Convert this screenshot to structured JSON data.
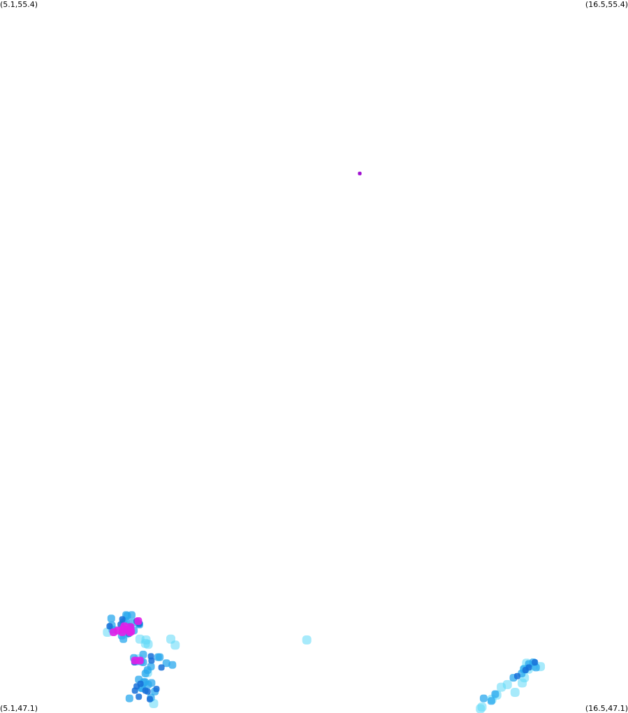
{
  "corner_labels": {
    "top_left": "(5.1,55.4)",
    "top_right": "(16.5,55.4)",
    "bottom_left": "(5.1,47.1)",
    "bottom_right": "(16.5,47.1)"
  },
  "chart_data": {
    "type": "scatter",
    "title": "",
    "xlabel": "",
    "ylabel": "",
    "xlim": [
      5.1,
      16.5
    ],
    "ylim": [
      47.1,
      55.4
    ],
    "grid": false,
    "legend": "none",
    "colors": {
      "light": "#5fd8f8",
      "medium": "#2aa8ee",
      "dark": "#1870d8",
      "magenta": "#e020e8",
      "purple": "#a010d0"
    },
    "series": [
      {
        "color_key": "purple",
        "points": [
          {
            "x": 11.63,
            "y": 53.38
          }
        ]
      },
      {
        "color_key": "light",
        "points": [
          {
            "x": 7.05,
            "y": 48.04
          },
          {
            "x": 7.18,
            "y": 48.06
          },
          {
            "x": 7.38,
            "y": 48.02
          },
          {
            "x": 7.62,
            "y": 47.73
          },
          {
            "x": 7.75,
            "y": 47.95
          },
          {
            "x": 7.64,
            "y": 47.96
          },
          {
            "x": 8.2,
            "y": 47.96
          },
          {
            "x": 7.78,
            "y": 47.57
          },
          {
            "x": 7.74,
            "y": 47.91
          },
          {
            "x": 7.89,
            "y": 47.21
          },
          {
            "x": 8.28,
            "y": 47.89
          },
          {
            "x": 7.79,
            "y": 47.9
          },
          {
            "x": 10.67,
            "y": 47.95
          },
          {
            "x": 14.12,
            "y": 47.31
          },
          {
            "x": 13.82,
            "y": 47.15
          },
          {
            "x": 14.62,
            "y": 47.51
          },
          {
            "x": 14.91,
            "y": 47.64
          },
          {
            "x": 13.85,
            "y": 47.17
          },
          {
            "x": 14.31,
            "y": 47.43
          },
          {
            "x": 14.2,
            "y": 47.4
          },
          {
            "x": 14.45,
            "y": 47.34
          },
          {
            "x": 14.78,
            "y": 47.65
          },
          {
            "x": 14.66,
            "y": 47.68
          },
          {
            "x": 14.03,
            "y": 47.26
          },
          {
            "x": 14.69,
            "y": 47.61
          },
          {
            "x": 14.58,
            "y": 47.45
          },
          {
            "x": 14.62,
            "y": 47.61
          }
        ]
      },
      {
        "color_key": "medium",
        "points": [
          {
            "x": 7.31,
            "y": 48.0
          },
          {
            "x": 7.13,
            "y": 48.12
          },
          {
            "x": 7.66,
            "y": 47.7
          },
          {
            "x": 7.35,
            "y": 48.16
          },
          {
            "x": 7.41,
            "y": 48.23
          },
          {
            "x": 7.12,
            "y": 48.2
          },
          {
            "x": 7.7,
            "y": 47.69
          },
          {
            "x": 7.34,
            "y": 47.96
          },
          {
            "x": 7.5,
            "y": 48.15
          },
          {
            "x": 7.63,
            "y": 48.13
          },
          {
            "x": 7.38,
            "y": 48.17
          },
          {
            "x": 7.53,
            "y": 48.06
          },
          {
            "x": 7.49,
            "y": 48.24
          },
          {
            "x": 7.14,
            "y": 48.07
          },
          {
            "x": 7.47,
            "y": 48.08
          },
          {
            "x": 7.62,
            "y": 48.14
          },
          {
            "x": 7.39,
            "y": 48.24
          },
          {
            "x": 7.84,
            "y": 47.64
          },
          {
            "x": 7.67,
            "y": 47.39
          },
          {
            "x": 7.7,
            "y": 47.78
          },
          {
            "x": 7.91,
            "y": 47.35
          },
          {
            "x": 7.62,
            "y": 47.49
          },
          {
            "x": 8.12,
            "y": 47.68
          },
          {
            "x": 7.71,
            "y": 47.46
          },
          {
            "x": 7.45,
            "y": 47.27
          },
          {
            "x": 7.74,
            "y": 47.56
          },
          {
            "x": 7.68,
            "y": 47.39
          },
          {
            "x": 7.84,
            "y": 47.28
          },
          {
            "x": 7.78,
            "y": 47.6
          },
          {
            "x": 7.57,
            "y": 47.7
          },
          {
            "x": 7.97,
            "y": 47.75
          },
          {
            "x": 7.73,
            "y": 47.46
          },
          {
            "x": 8.0,
            "y": 47.75
          },
          {
            "x": 7.79,
            "y": 47.43
          },
          {
            "x": 8.23,
            "y": 47.66
          },
          {
            "x": 7.85,
            "y": 47.45
          },
          {
            "x": 7.53,
            "y": 47.74
          },
          {
            "x": 13.88,
            "y": 47.27
          },
          {
            "x": 14.83,
            "y": 47.63
          },
          {
            "x": 14.42,
            "y": 47.51
          },
          {
            "x": 14.78,
            "y": 47.69
          },
          {
            "x": 14.61,
            "y": 47.61
          },
          {
            "x": 14.57,
            "y": 47.56
          },
          {
            "x": 14.7,
            "y": 47.67
          },
          {
            "x": 14.09,
            "y": 47.32
          },
          {
            "x": 14.02,
            "y": 47.24
          }
        ]
      },
      {
        "color_key": "dark",
        "points": [
          {
            "x": 7.29,
            "y": 48.13
          },
          {
            "x": 7.46,
            "y": 48.11
          },
          {
            "x": 7.44,
            "y": 48.02
          },
          {
            "x": 7.32,
            "y": 48.19
          },
          {
            "x": 7.58,
            "y": 48.17
          },
          {
            "x": 7.09,
            "y": 48.11
          },
          {
            "x": 7.63,
            "y": 48.14
          },
          {
            "x": 7.84,
            "y": 47.76
          },
          {
            "x": 7.65,
            "y": 47.44
          },
          {
            "x": 7.85,
            "y": 47.71
          },
          {
            "x": 7.58,
            "y": 47.41
          },
          {
            "x": 7.82,
            "y": 47.26
          },
          {
            "x": 7.55,
            "y": 47.36
          },
          {
            "x": 7.94,
            "y": 47.38
          },
          {
            "x": 7.78,
            "y": 47.35
          },
          {
            "x": 7.74,
            "y": 47.36
          },
          {
            "x": 7.62,
            "y": 47.29
          },
          {
            "x": 8.03,
            "y": 47.63
          },
          {
            "x": 7.54,
            "y": 47.69
          },
          {
            "x": 14.81,
            "y": 47.69
          },
          {
            "x": 14.64,
            "y": 47.6
          },
          {
            "x": 14.7,
            "y": 47.63
          },
          {
            "x": 14.49,
            "y": 47.53
          }
        ]
      },
      {
        "color_key": "magenta",
        "points": [
          {
            "x": 7.36,
            "y": 48.11
          },
          {
            "x": 7.47,
            "y": 48.1
          },
          {
            "x": 7.24,
            "y": 48.06
          },
          {
            "x": 7.4,
            "y": 48.07
          },
          {
            "x": 7.46,
            "y": 48.04
          },
          {
            "x": 7.61,
            "y": 48.17
          },
          {
            "x": 7.64,
            "y": 47.71
          },
          {
            "x": 7.55,
            "y": 47.71
          },
          {
            "x": 7.34,
            "y": 48.08
          },
          {
            "x": 7.16,
            "y": 48.04
          },
          {
            "x": 7.48,
            "y": 48.05
          },
          {
            "x": 7.32,
            "y": 48.04
          }
        ]
      }
    ]
  }
}
